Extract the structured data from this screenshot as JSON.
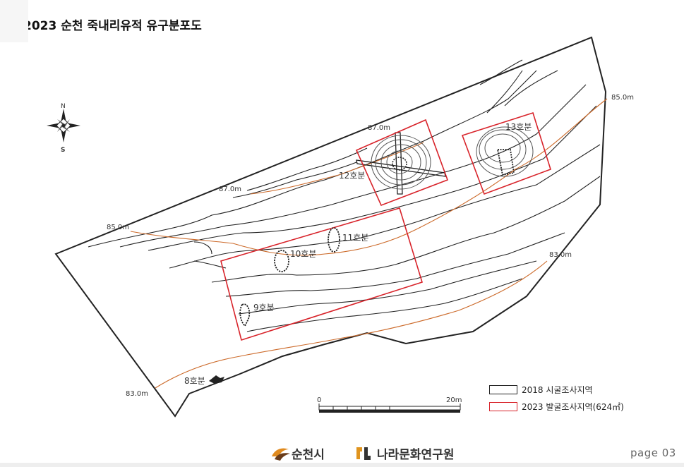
{
  "title": "2023 순천 죽내리유적 유구분포도",
  "compass": {
    "north": "N",
    "south": "S"
  },
  "contours": {
    "c870_left": "87.0m",
    "c870_top": "87.0m",
    "c850_left": "85.0m",
    "c850_right": "85.0m",
    "c830_right": "83.0m",
    "c830_left": "83.0m"
  },
  "features": {
    "f13": "13호분",
    "f12": "12호분",
    "f11": "11호분",
    "f10": "10호분",
    "f9": "9호분",
    "f8": "8호분"
  },
  "scale": {
    "start": "0",
    "end": "20m"
  },
  "legend": {
    "trial": {
      "label": "2018 시굴조사지역",
      "color": "#222222"
    },
    "excavation": {
      "label": "2023 발굴조사지역(624㎡)",
      "color": "#d8232a"
    }
  },
  "colors": {
    "contour_main": "#cc6a2a",
    "boundary": "#222222",
    "excavation": "#d8232a"
  },
  "footer": {
    "logo_suncheon": "순천시",
    "logo_institute": "나라문화연구원",
    "page": "page 03"
  }
}
